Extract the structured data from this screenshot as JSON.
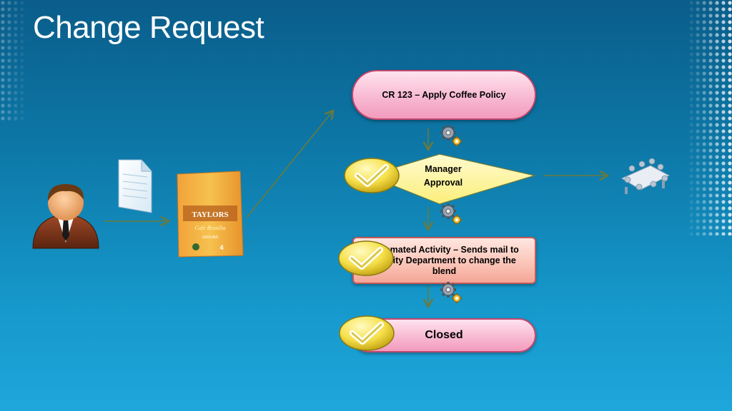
{
  "slide": {
    "title": "Change Request"
  },
  "flow": {
    "request": "CR 123 – Apply Coffee Policy",
    "decision_line1": "Manager",
    "decision_line2": "Approval",
    "activity_line1": "Automated Activity – Sends mail to",
    "activity_line2": "Facility Department to change the",
    "activity_line3": "blend",
    "closed": "Closed"
  },
  "product": {
    "brand": "TAYLORS",
    "name": "Cafe Brasilia",
    "grind": "GROUND",
    "strength": "4"
  },
  "icons": [
    "user-icon",
    "document-icon",
    "coffee-bag-icon",
    "gears-icon",
    "checkmark-icon",
    "meeting-icon"
  ],
  "colors": {
    "background": "#1090c4",
    "pill_fill": "#f7b6cf",
    "box_fill": "#fbc3b6",
    "decision_fill": "#fff7a0",
    "arrow": "#6b7a3a",
    "check_fill": "#f6e04a"
  }
}
